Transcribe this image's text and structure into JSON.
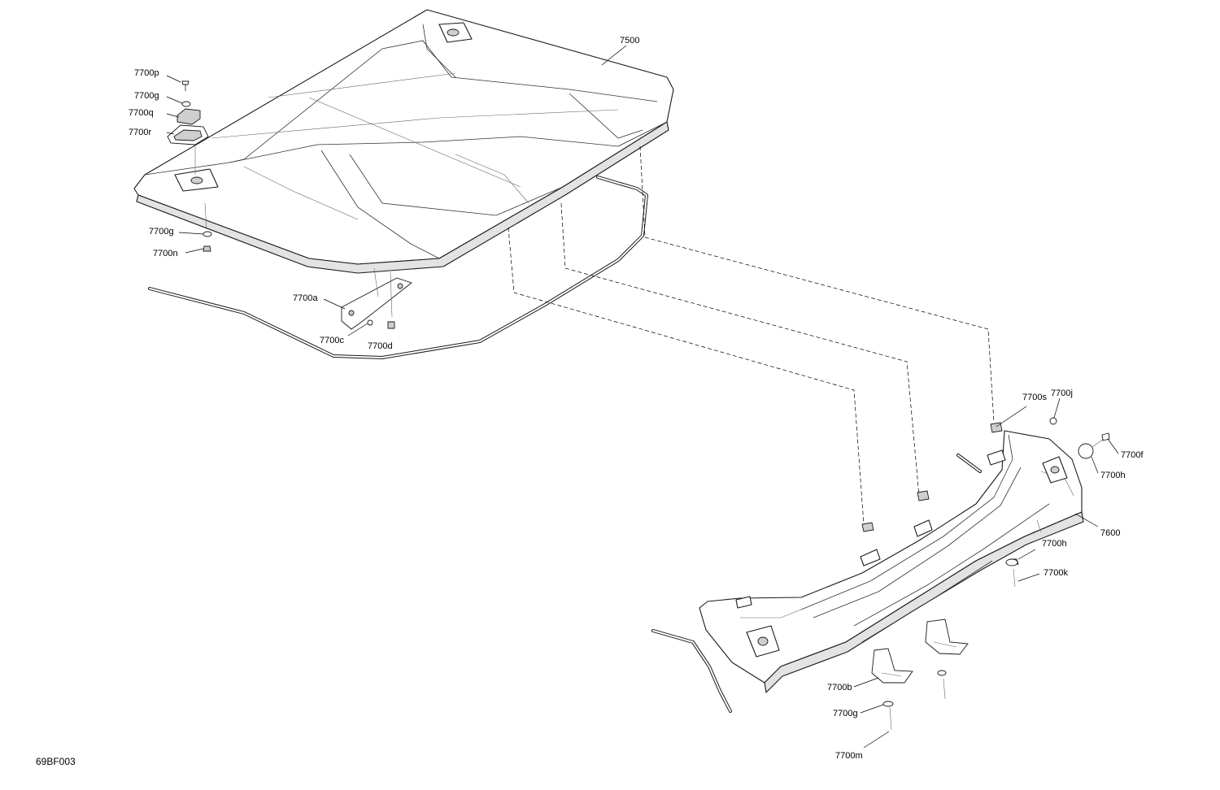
{
  "figure_id": "69BF003",
  "callouts": {
    "c7500": "7500",
    "c7600": "7600",
    "c7700p": "7700p",
    "c7700g_top": "7700g",
    "c7700q": "7700q",
    "c7700r": "7700r",
    "c7700g_left": "7700g",
    "c7700n": "7700n",
    "c7700a": "7700a",
    "c7700c": "7700c",
    "c7700d": "7700d",
    "c7700s": "7700s",
    "c7700j": "7700j",
    "c7700f": "7700f",
    "c7700h_right": "7700h",
    "c7700h_mid": "7700h",
    "c7700k": "7700k",
    "c7700b": "7700b",
    "c7700g_bottom": "7700g",
    "c7700m": "7700m"
  }
}
